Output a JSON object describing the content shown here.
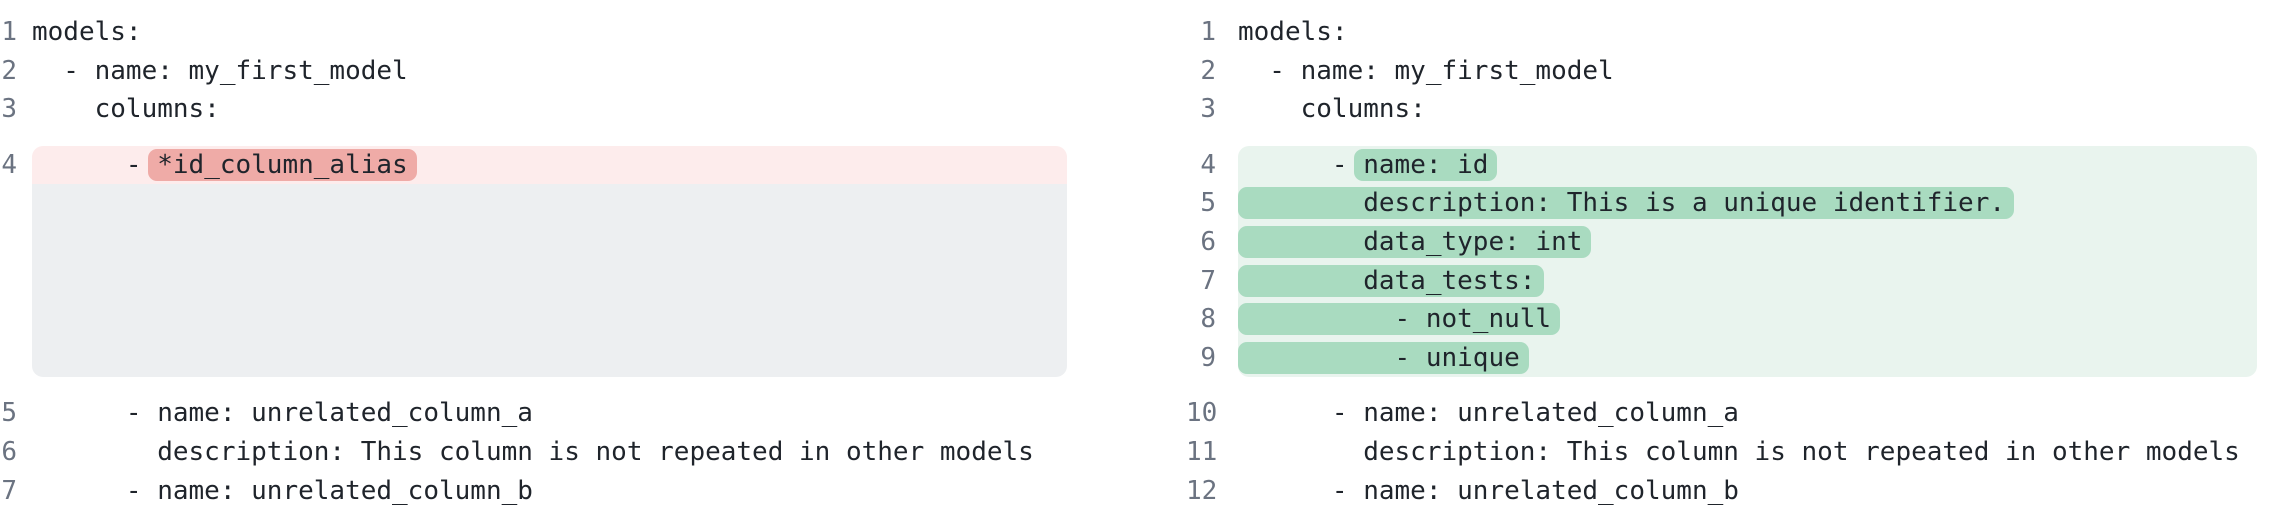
{
  "colors": {
    "background": "#ffffff",
    "code_text": "#1f242b",
    "line_number": "#6b7381",
    "removed_row_bg": "#fdecec",
    "removed_token_bg": "#efaba7",
    "removed_filler_bg": "#edeff1",
    "added_row_bg": "#e9f4ee",
    "added_token_bg": "#a9dbc0"
  },
  "left": {
    "lines_head": [
      {
        "num": "1",
        "code": "models:"
      },
      {
        "num": "2",
        "code": "  - name: my_first_model"
      },
      {
        "num": "3",
        "code": "    columns:"
      }
    ],
    "removed": {
      "num": "4",
      "prefix": "      - ",
      "token": "*id_column_alias"
    },
    "lines_tail": [
      {
        "num": "5",
        "code": "      - name: unrelated_column_a"
      },
      {
        "num": "6",
        "code": "        description: This column is not repeated in other models"
      },
      {
        "num": "7",
        "code": "      - name: unrelated_column_b"
      }
    ]
  },
  "right": {
    "lines_head": [
      {
        "num": "1",
        "code": "models:"
      },
      {
        "num": "2",
        "code": "  - name: my_first_model"
      },
      {
        "num": "3",
        "code": "    columns:"
      }
    ],
    "added_first": {
      "num": "4",
      "prefix": "      - ",
      "token": "name: id"
    },
    "added_full": [
      {
        "num": "5",
        "code": "        description: This is a unique identifier."
      },
      {
        "num": "6",
        "code": "        data_type: int"
      },
      {
        "num": "7",
        "code": "        data_tests:"
      },
      {
        "num": "8",
        "code": "          - not_null"
      },
      {
        "num": "9",
        "code": "          - unique"
      }
    ],
    "lines_tail": [
      {
        "num": "10",
        "code": "      - name: unrelated_column_a"
      },
      {
        "num": "11",
        "code": "        description: This column is not repeated in other models"
      },
      {
        "num": "12",
        "code": "      - name: unrelated_column_b"
      }
    ]
  }
}
